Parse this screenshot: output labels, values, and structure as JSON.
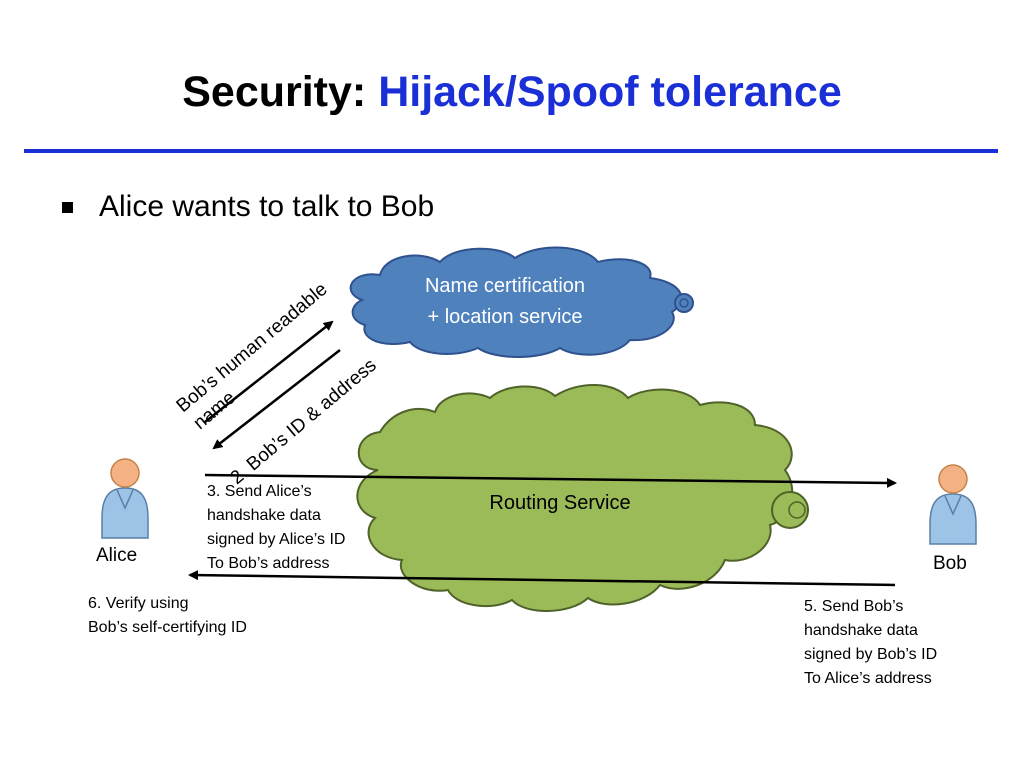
{
  "slide": {
    "title_prefix": "Security: ",
    "title_accent": "Hijack/Spoof tolerance",
    "bullet": "Alice wants to talk to Bob"
  },
  "colors": {
    "accent": "#1a2fd6",
    "name_cloud_fill": "#4f81bd",
    "name_cloud_stroke": "#2f528f",
    "routing_cloud_fill": "#9bbb59",
    "routing_cloud_stroke": "#4f6228"
  },
  "diagram": {
    "name_service": {
      "line1": "Name certification",
      "line2": "+ location service"
    },
    "routing_service": {
      "label": "Routing Service"
    },
    "alice": {
      "name": "Alice"
    },
    "bob": {
      "name": "Bob"
    },
    "step1": {
      "line1": "Bob’s human readable",
      "line2": "name"
    },
    "step2": {
      "label": "2. Bob’s ID & address"
    },
    "step3": {
      "lines": [
        "3. Send Alice’s",
        "handshake data",
        "signed by Alice’s ID",
        "To Bob’s address"
      ]
    },
    "step5": {
      "lines": [
        "5. Send Bob’s",
        "handshake data",
        "signed by Bob’s ID",
        "To Alice’s address"
      ]
    },
    "step6": {
      "lines": [
        "6. Verify using",
        "Bob’s self-certifying ID"
      ]
    }
  }
}
